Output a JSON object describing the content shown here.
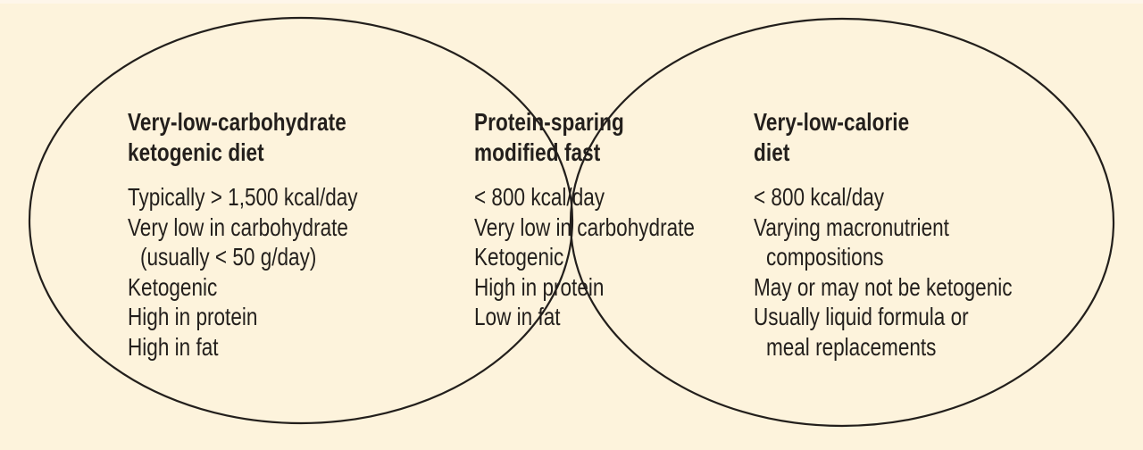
{
  "colors": {
    "background": "#fdf3dc",
    "stroke": "#231f1c",
    "text": "#231f1c"
  },
  "diagram": {
    "type": "venn",
    "sets": [
      {
        "id": "left",
        "title_lines": [
          "Very-low-carbohydrate",
          "ketogenic diet"
        ],
        "items": [
          {
            "text": "Typically > 1,500 kcal/day",
            "indent": false
          },
          {
            "text": "Very low in carbohydrate",
            "indent": false
          },
          {
            "text": "(usually < 50 g/day)",
            "indent": true
          },
          {
            "text": "Ketogenic",
            "indent": false
          },
          {
            "text": "High in protein",
            "indent": false
          },
          {
            "text": "High in fat",
            "indent": false
          }
        ]
      },
      {
        "id": "overlap",
        "title_lines": [
          "Protein-sparing",
          "modified fast"
        ],
        "items": [
          {
            "text": "< 800 kcal/day",
            "indent": false
          },
          {
            "text": "Very low in carbohydrate",
            "indent": false
          },
          {
            "text": "Ketogenic",
            "indent": false
          },
          {
            "text": "High in protein",
            "indent": false
          },
          {
            "text": "Low in fat",
            "indent": false
          }
        ]
      },
      {
        "id": "right",
        "title_lines": [
          "Very-low-calorie",
          "diet"
        ],
        "items": [
          {
            "text": "< 800 kcal/day",
            "indent": false
          },
          {
            "text": "Varying macronutrient",
            "indent": false
          },
          {
            "text": "compositions",
            "indent": true
          },
          {
            "text": "May or may not be ketogenic",
            "indent": false
          },
          {
            "text": "Usually liquid formula or",
            "indent": false
          },
          {
            "text": "meal replacements",
            "indent": true
          }
        ]
      }
    ]
  }
}
